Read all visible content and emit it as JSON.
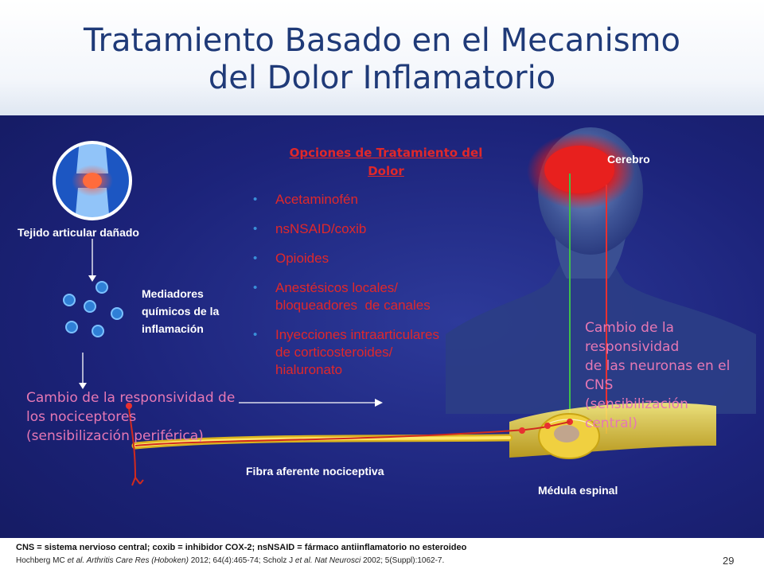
{
  "title": {
    "line1": "Tratamiento Basado en el Mecanismo",
    "line2": "del Dolor Inflamatorio"
  },
  "labels": {
    "damaged_tissue": "Tejido articular dañado",
    "mediators": [
      "Mediadores",
      "químicos de la",
      "inflamación"
    ],
    "brain": "Cerebro",
    "afferent_fiber": "Fibra aferente nociceptiva",
    "spinal_cord": "Médula espinal"
  },
  "peripheral_change": [
    "Cambio de la responsividad de",
    "los nociceptores",
    "(sensibilización periférica)"
  ],
  "central_change": [
    "Cambio de la",
    "responsividad",
    "de las neuronas en el",
    "CNS",
    "(sensibilización",
    "central)"
  ],
  "treatment": {
    "heading_line1": "Opciones de Tratamiento del",
    "heading_line2": "Dolor",
    "options": [
      [
        "Acetaminofén"
      ],
      [
        "nsNSAID/coxib"
      ],
      [
        "Opioides"
      ],
      [
        "Anestésicos locales/",
        "bloqueadores  de canales"
      ],
      [
        "Inyecciones intraarticulares",
        "de corticosteroides/",
        "hialuronato"
      ]
    ]
  },
  "footer": {
    "abbreviations": "CNS = sistema nervioso central; coxib = inhibidor COX-2; nsNSAID = fármaco antiinflamatorio no esteroideo",
    "ref1_authors": "Hochberg MC ",
    "ref1_etal": "et al.",
    "ref1_journal": "  Arthritis  Care Res (Hoboken)",
    "ref1_rest": " 2012; 64(4):465-74; Scholz J ",
    "ref2_etal": "et al. Nat Neurosci",
    "ref2_rest": " 2002; 5(Suppl):1062-7.",
    "page_number": "29"
  },
  "colors": {
    "title": "#1f3a78",
    "panel": "#1c237a",
    "treatment_text": "#e0282a",
    "change_text": "#e678b4",
    "bullet": "#3a8fd8",
    "mediator_dot": "#2f7fd6",
    "nerve": "#f2d23c"
  }
}
